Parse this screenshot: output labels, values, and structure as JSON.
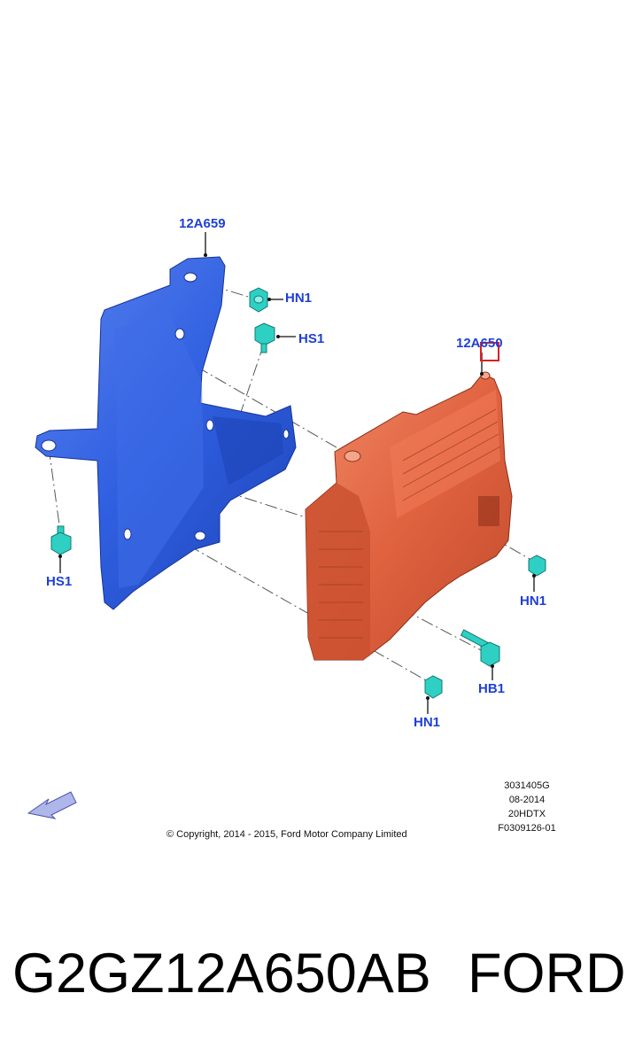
{
  "callouts": {
    "bracket": "12A659",
    "module": "12A650",
    "hn1_top": "HN1",
    "hs1_top": "HS1",
    "hs1_left": "HS1",
    "hn1_right": "HN1",
    "hb1": "HB1",
    "hn1_bottom": "HN1"
  },
  "meta": {
    "ref": "3031405G",
    "date": "08-2014",
    "code": "20HDTX",
    "figure": "F0309126-01"
  },
  "copyright": "© Copyright, 2014 - 2015, Ford Motor Company Limited",
  "footer": {
    "part_number": "G2GZ12A650AB",
    "brand": "FORD"
  },
  "colors": {
    "bracket": "#2f5fe0",
    "module": "#e0623f",
    "fastener": "#2fd0c4",
    "callout_text": "#1f3fd6",
    "highlight_box": "#dd1f1f"
  }
}
